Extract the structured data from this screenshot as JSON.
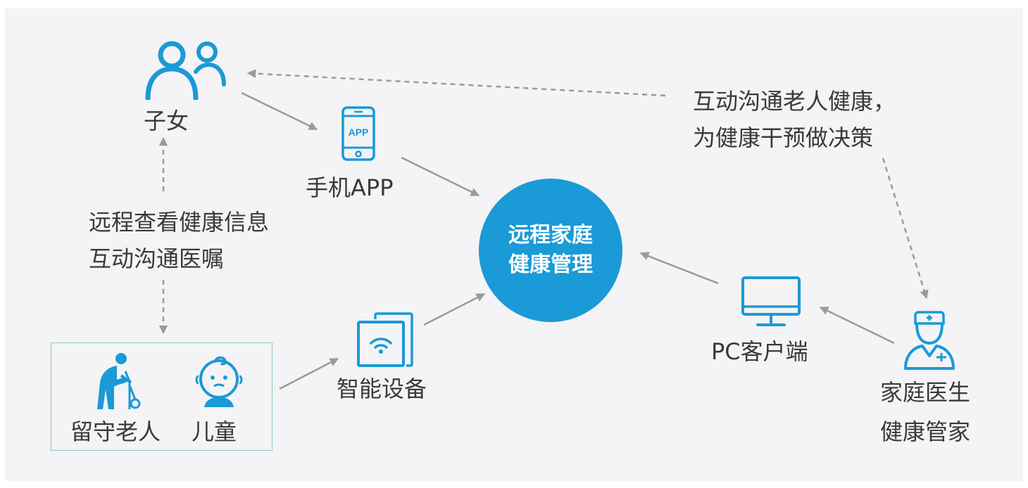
{
  "nodes": {
    "children": "子女",
    "mobile_app": "手机APP",
    "app_badge": "APP",
    "smart_device": "智能设备",
    "pc_client": "PC客户端",
    "doctor": [
      "家庭医生",
      "健康管家"
    ],
    "elderly": "留守老人",
    "kids": "儿童"
  },
  "hub": [
    "远程家庭",
    "健康管理"
  ],
  "annotations": {
    "remote_view": [
      "远程查看健康信息",
      "互动沟通医嘱"
    ],
    "communicate": [
      "互动沟通老人健康，",
      "为健康干预做决策"
    ]
  },
  "colors": {
    "accent": "#1a9ad6",
    "arrow": "#9a9a9a",
    "text": "#3a3a3a",
    "box_border": "#8fc4c0"
  }
}
